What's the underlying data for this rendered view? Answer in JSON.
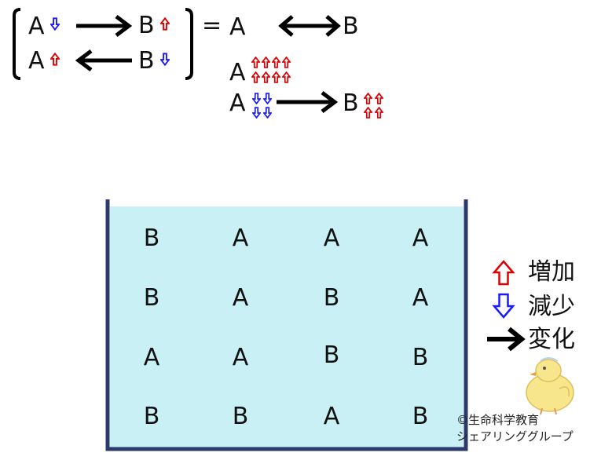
{
  "equation": {
    "row1_left": "A",
    "row1_right": "B",
    "row2_left": "A",
    "row2_right": "B",
    "equals": "=",
    "eq_left": "A",
    "eq_right": "B",
    "line3_left": "A",
    "line4_left": "A",
    "line4_right": "B"
  },
  "grid": [
    [
      "B",
      "A",
      "A",
      "A"
    ],
    [
      "B",
      "A",
      "B",
      "A"
    ],
    [
      "A",
      "A",
      "B",
      "B"
    ],
    [
      "B",
      "B",
      "A",
      "B"
    ]
  ],
  "legend": {
    "increase_label": "増加",
    "decrease_label": "減少",
    "change_label": "変化"
  },
  "copyright": {
    "line1": "©生命科学教育",
    "line2": "シェアリンググループ"
  },
  "colors": {
    "increase": "#e00000",
    "decrease": "#1a1aff",
    "arrow": "#000000",
    "water": "#c9f1f5",
    "tank": "#2b3a6b"
  }
}
